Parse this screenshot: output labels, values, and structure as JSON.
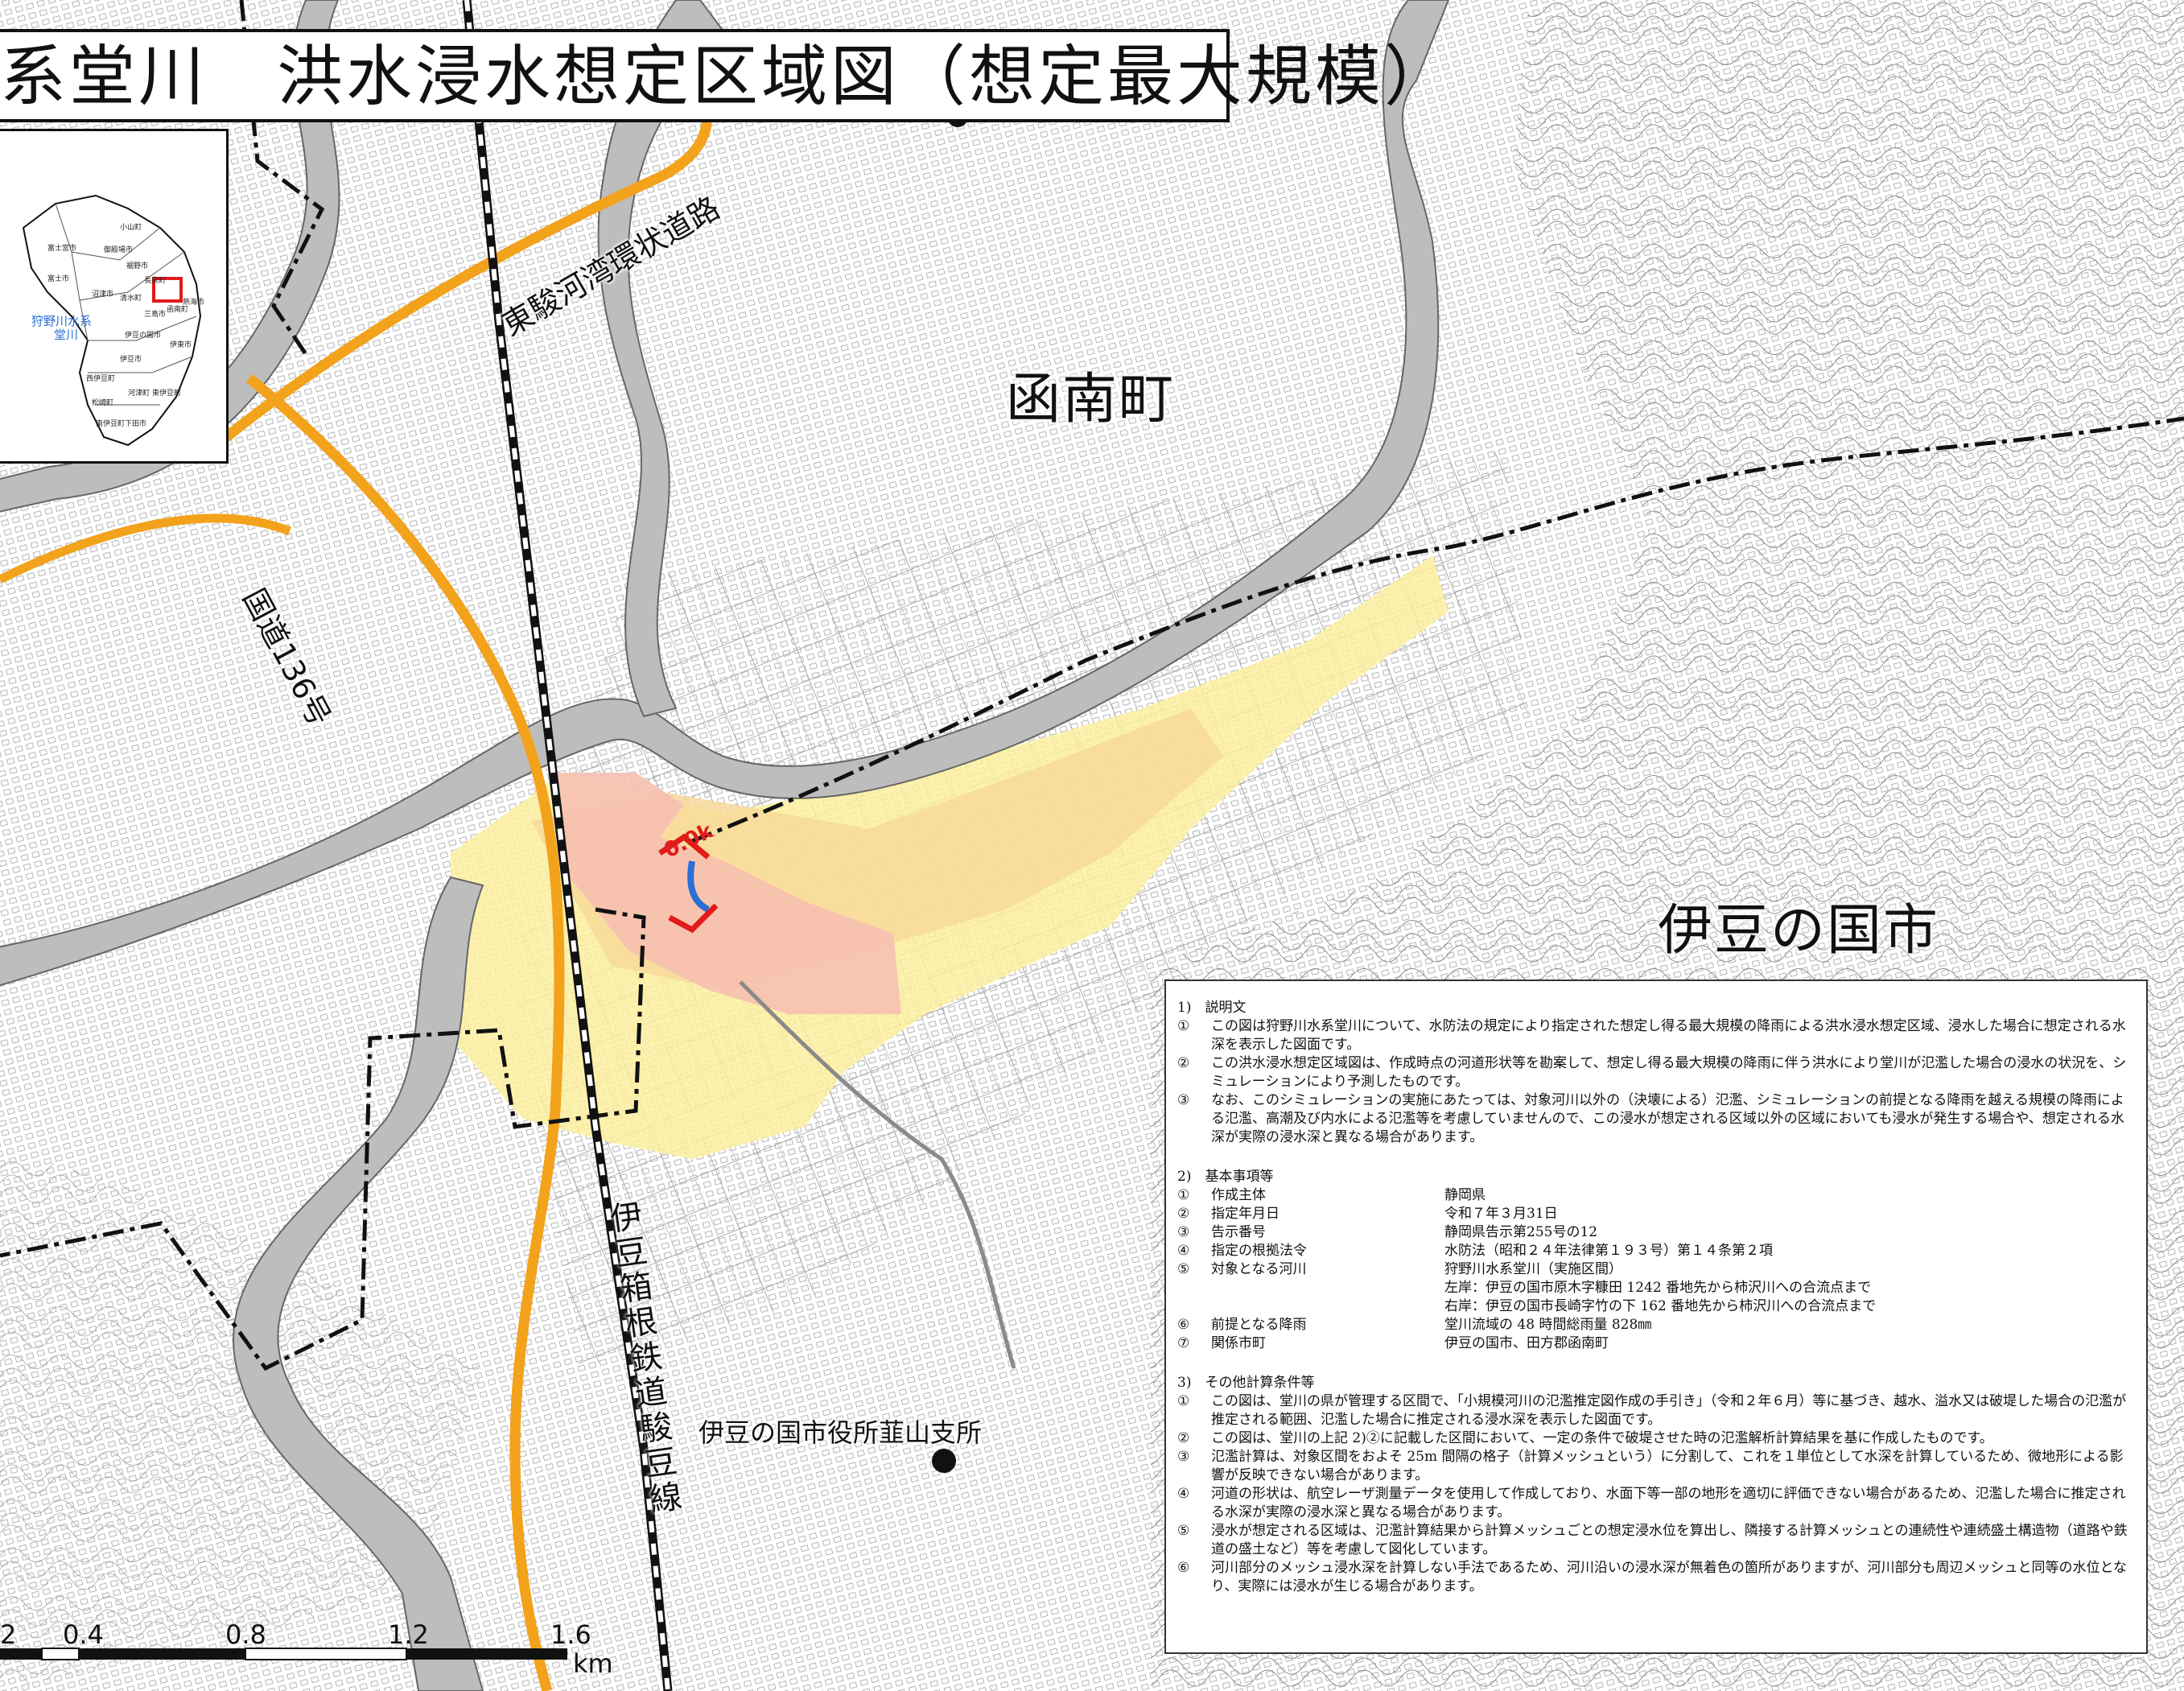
{
  "title": "系堂川　洪水浸水想定区域図（想定最大規模）",
  "map_labels": {
    "town_kannami": "函南町",
    "city_izunokuni": "伊豆の国市",
    "road_bay": "東駿河湾環状道路",
    "road_136": "国道136号",
    "rail": "伊豆箱根鉄道駿豆線",
    "office": "伊豆の国市役所韮山支所",
    "section_start": "0.0k"
  },
  "inset": {
    "river_label_line1": "狩野川水系",
    "river_label_line2": "堂川",
    "municipalities": [
      "小山町",
      "御殿場市",
      "富士宮市",
      "裾野市",
      "富士市",
      "長泉町",
      "清水町",
      "沼津市",
      "函南町",
      "三島市",
      "伊豆の国市",
      "熱海市",
      "伊東市",
      "伊豆市",
      "河津町",
      "西伊豆町",
      "松崎町",
      "東伊豆町",
      "南伊豆町",
      "下田市"
    ]
  },
  "scale": {
    "ticks": [
      "2",
      "0.4",
      "0.8",
      "1.2",
      "1.6"
    ],
    "unit": "km"
  },
  "notes": {
    "section1_title": "1)　説明文",
    "section1": [
      {
        "n": "①",
        "t": "この図は狩野川水系堂川について、水防法の規定により指定された想定し得る最大規模の降雨による洪水浸水想定区域、浸水した場合に想定される水深を表示した図面です。"
      },
      {
        "n": "②",
        "t": "この洪水浸水想定区域図は、作成時点の河道形状等を勘案して、想定し得る最大規模の降雨に伴う洪水により堂川が氾濫した場合の浸水の状況を、シミュレーションにより予測したものです。"
      },
      {
        "n": "③",
        "t": "なお、このシミュレーションの実施にあたっては、対象河川以外の（決壊による）氾濫、シミュレーションの前提となる降雨を越える規模の降雨による氾濫、高潮及び内水による氾濫等を考慮していませんので、この浸水が想定される区域以外の区域においても浸水が発生する場合や、想定される水深が実際の浸水深と異なる場合があります。"
      }
    ],
    "section2_title": "2)　基本事項等",
    "section2": [
      {
        "n": "①",
        "k": "作成主体",
        "v": "静岡県"
      },
      {
        "n": "②",
        "k": "指定年月日",
        "v": "令和７年３月31日"
      },
      {
        "n": "③",
        "k": "告示番号",
        "v": "静岡県告示第255号の12"
      },
      {
        "n": "④",
        "k": "指定の根拠法令",
        "v": "水防法（昭和２４年法律第１９３号）第１４条第２項"
      },
      {
        "n": "⑤",
        "k": "対象となる河川",
        "v": "狩野川水系堂川（実施区間）"
      }
    ],
    "section2_left_bank": "左岸：伊豆の国市原木字糠田 1242 番地先から柿沢川への合流点まで",
    "section2_right_bank": "右岸：伊豆の国市長崎字竹の下 162 番地先から柿沢川への合流点まで",
    "section2_more": [
      {
        "n": "⑥",
        "k": "前提となる降雨",
        "v": "堂川流域の 48 時間総雨量 828㎜"
      },
      {
        "n": "⑦",
        "k": "関係市町",
        "v": "伊豆の国市、田方郡函南町"
      }
    ],
    "section3_title": "3)　その他計算条件等",
    "section3": [
      {
        "n": "①",
        "t": "この図は、堂川の県が管理する区間で、「小規模河川の氾濫推定図作成の手引き」（令和２年６月）等に基づき、越水、溢水又は破堤した場合の氾濫が推定される範囲、氾濫した場合に推定される浸水深を表示した図面です。"
      },
      {
        "n": "②",
        "t": "この図は、堂川の上記 2)②に記載した区間において、一定の条件で破堤させた時の氾濫解析計算結果を基に作成したものです。"
      },
      {
        "n": "③",
        "t": "氾濫計算は、対象区間をおよそ 25m 間隔の格子（計算メッシュという）に分割して、これを１単位として水深を計算しているため、微地形による影響が反映できない場合があります。"
      },
      {
        "n": "④",
        "t": "河道の形状は、航空レーザ測量データを使用して作成しており、水面下等一部の地形を適切に評価できない場合があるため、氾濫した場合に推定される水深が実際の浸水深と異なる場合があります。"
      },
      {
        "n": "⑤",
        "t": "浸水が想定される区域は、氾濫計算結果から計算メッシュごとの想定浸水位を算出し、隣接する計算メッシュとの連続性や連続盛土構造物（道路や鉄道の盛土など）等を考慮して図化しています。"
      },
      {
        "n": "⑥",
        "t": "河川部分のメッシュ浸水深を計算しない手法であるため、河川沿いの浸水深が無着色の箇所がありますが、河川部分も周辺メッシュと同等の水位となり、実際には浸水が生じる場合があります。"
      }
    ]
  },
  "colors": {
    "river": "#bdbdbd",
    "road": "#f2a21b",
    "flood_light": "#fbf0a0",
    "flood_mid": "#f8d99a",
    "flood_deep": "#f6c0b0",
    "marker": "#e21b1b",
    "river_mark": "#2a6fd6"
  }
}
